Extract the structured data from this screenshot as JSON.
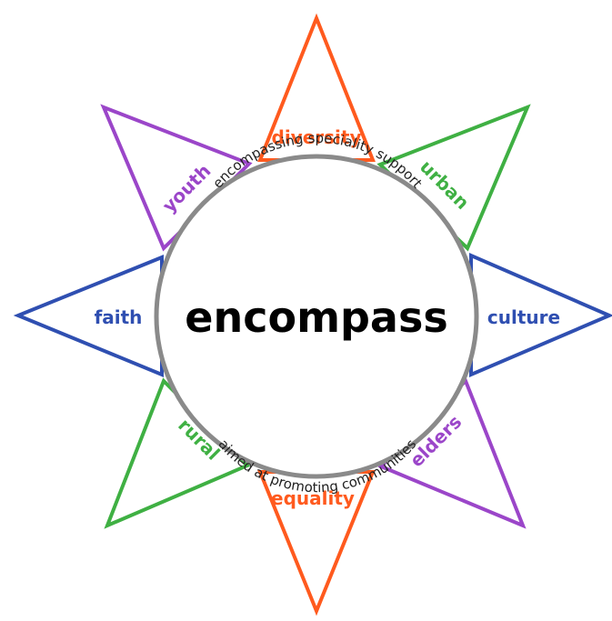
{
  "title": "encompass",
  "arc_top": "encompassing speciality support",
  "arc_bottom": "aimed at promoting communities",
  "points": [
    {
      "label": "diversity",
      "color": "#ff5a1e"
    },
    {
      "label": "urban",
      "color": "#3fb043"
    },
    {
      "label": "culture",
      "color": "#2f4fb1"
    },
    {
      "label": "elders",
      "color": "#9b46c9"
    },
    {
      "label": "equality",
      "color": "#ff5a1e"
    },
    {
      "label": "rural",
      "color": "#3fb043"
    },
    {
      "label": "faith",
      "color": "#2f4fb1"
    },
    {
      "label": "youth",
      "color": "#9b46c9"
    }
  ],
  "circle_color": "#8a8a8a"
}
